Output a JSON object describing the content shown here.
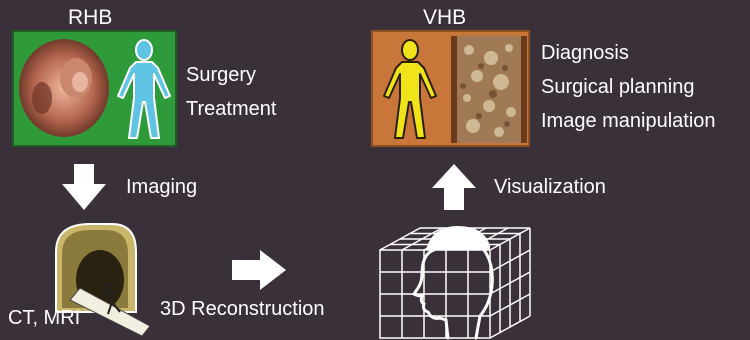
{
  "rhb": {
    "title": "RHB",
    "items": [
      "Surgery",
      "Treatment"
    ]
  },
  "vhb": {
    "title": "VHB",
    "items": [
      "Diagnosis",
      "Surgical planning",
      "Image manipulation"
    ]
  },
  "flow": {
    "imaging": "Imaging",
    "reconstruction": "3D Reconstruction",
    "visualization": "Visualization",
    "scanner_label": "CT, MRI"
  },
  "colors": {
    "background": "#3a3039",
    "rhb_panel": "#2f9a3a",
    "vhb_panel": "#c8763a",
    "rhb_figure": "#5fc3e4",
    "vhb_figure": "#f0e31a"
  },
  "icons": {
    "rhb_photo": "endoscopy-photo",
    "rhb_figure": "human-figure-icon",
    "vhb_figure": "human-figure-icon",
    "vhb_photo": "tissue-photo",
    "scanner": "ct-scanner-icon",
    "head_model": "3d-head-grid-icon"
  }
}
